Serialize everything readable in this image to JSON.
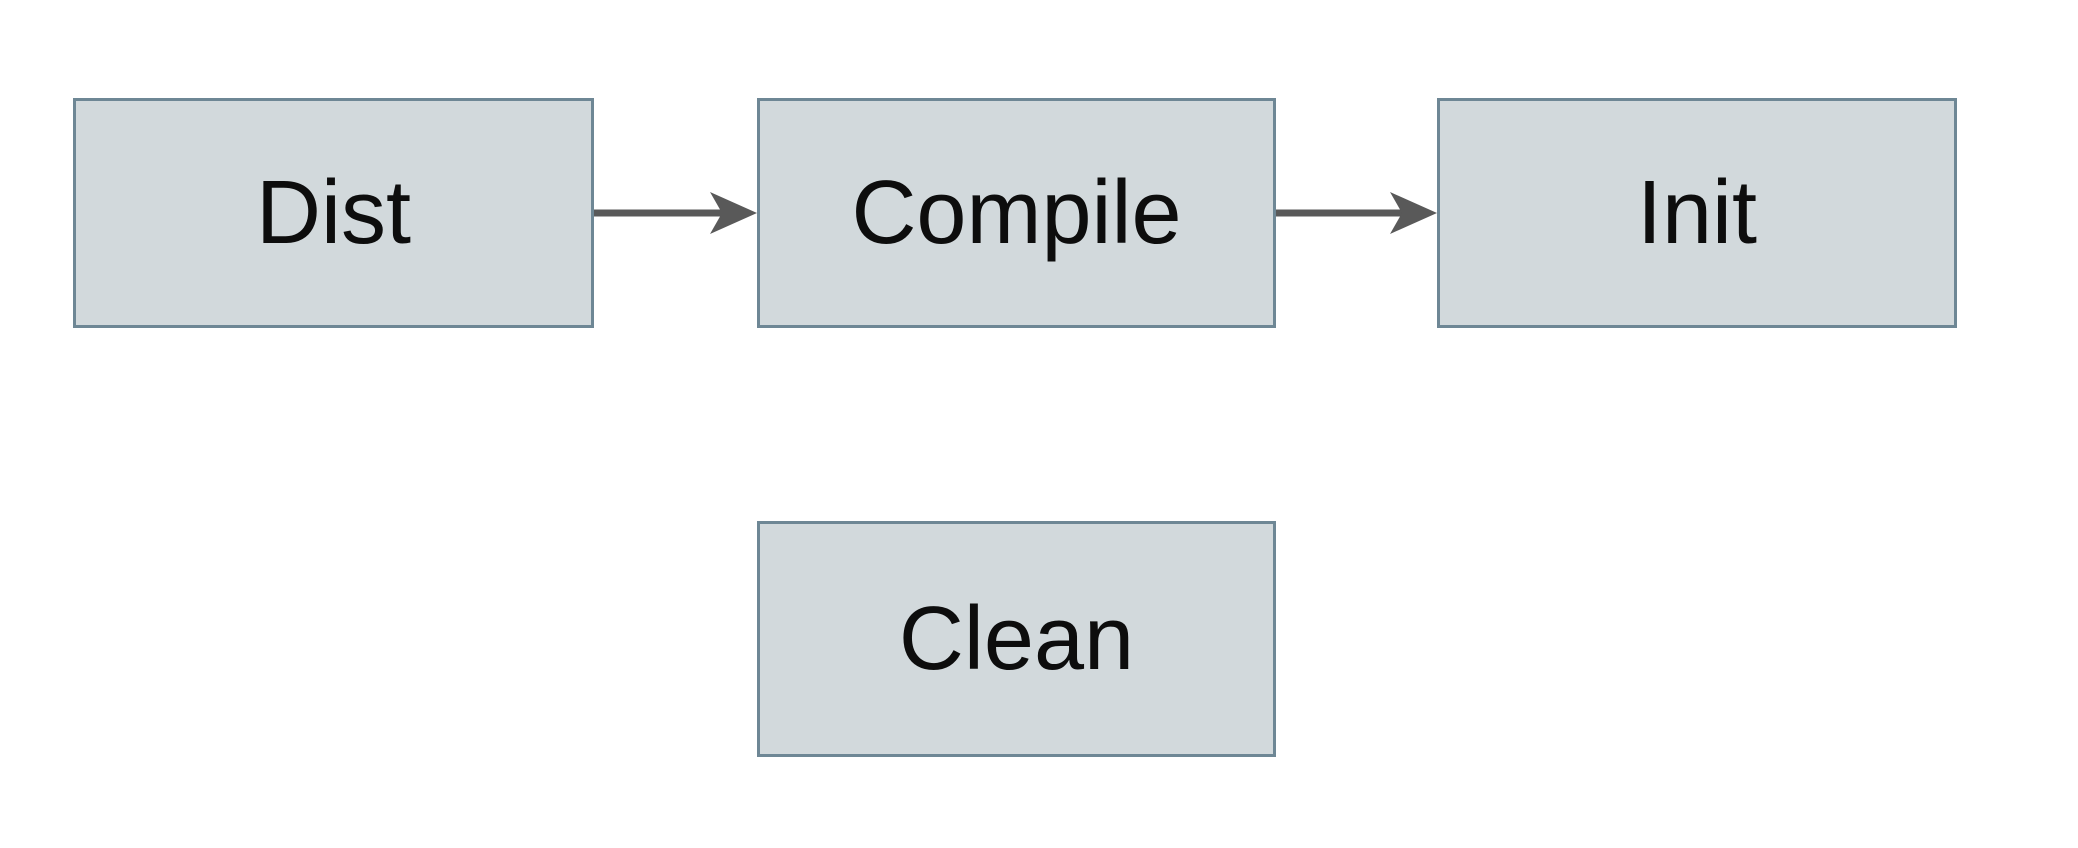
{
  "diagram": {
    "type": "flowchart",
    "colors": {
      "background": "#ffffff",
      "box_fill": "#d2d9dc",
      "box_border": "#6e8795",
      "arrow": "#595959",
      "text": "#0d0d0d"
    },
    "nodes": [
      {
        "id": "dist",
        "label": "Dist"
      },
      {
        "id": "compile",
        "label": "Compile"
      },
      {
        "id": "init",
        "label": "Init"
      },
      {
        "id": "clean",
        "label": "Clean"
      }
    ],
    "edges": [
      {
        "from": "Dist",
        "to": "Compile",
        "style": "solid-arrow"
      },
      {
        "from": "Compile",
        "to": "Init",
        "style": "solid-arrow"
      }
    ]
  }
}
